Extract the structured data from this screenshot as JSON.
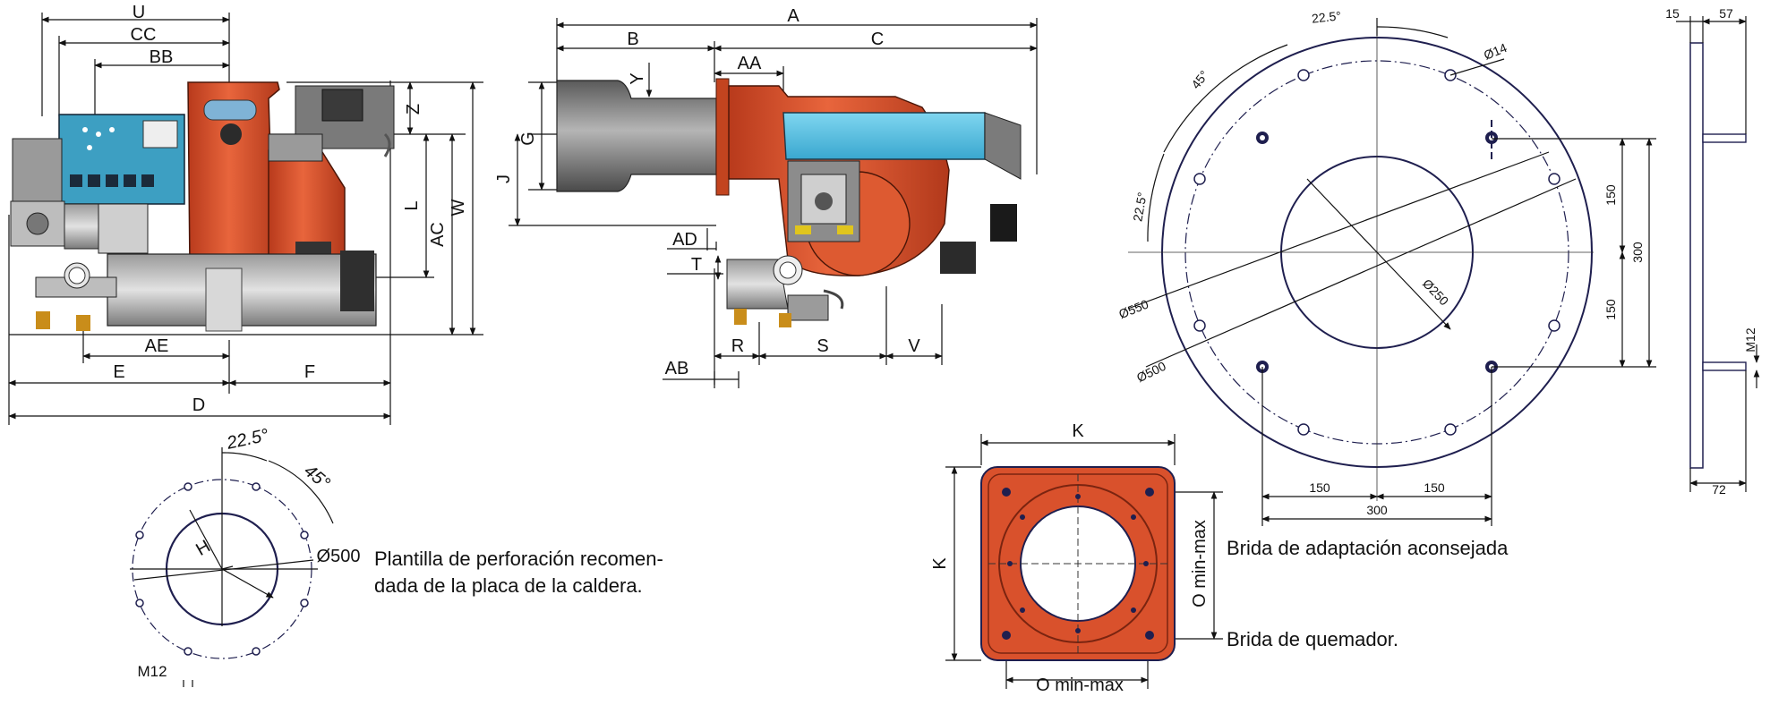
{
  "burner_side": {
    "labels": {
      "U": "U",
      "CC": "CC",
      "BB": "BB",
      "Z": "Z",
      "L": "L",
      "AC": "AC",
      "W": "W",
      "AE": "AE",
      "E": "E",
      "F": "F",
      "D": "D"
    }
  },
  "burner_front": {
    "labels": {
      "A": "A",
      "B": "B",
      "C": "C",
      "AA": "AA",
      "Y": "Y",
      "G": "G",
      "J": "J",
      "AD": "AD",
      "T": "T",
      "R": "R",
      "S": "S",
      "V": "V",
      "AB": "AB"
    }
  },
  "drill_template": {
    "angle_a": "22.5°",
    "angle_b": "45°",
    "diameter": "Ø500",
    "radius_label": "H",
    "thread": "M12",
    "caption_line1": "Plantilla de perforación recomen-",
    "caption_line2": "dada de la placa de la caldera."
  },
  "burner_flange": {
    "k_top": "K",
    "k_side": "K",
    "o_bottom": "O min-max",
    "o_side": "O min-max",
    "caption_top": "Brida de adaptación aconsejada",
    "caption_bottom": "Brida de quemador."
  },
  "adapter_flange": {
    "angle_top": "22.5°",
    "angle_45": "45°",
    "angle_left": "22.5°",
    "hole": "Ø14",
    "d550": "Ø550",
    "d500": "Ø500",
    "d250": "Ø250",
    "v150_top": "150",
    "v150_bot": "150",
    "v300": "300",
    "h150_left": "150",
    "h150_right": "150",
    "h300": "300"
  },
  "flange_side": {
    "d15": "15",
    "d57": "57",
    "m12": "M12",
    "d72": "72"
  },
  "colors": {
    "burner_red": "#d9512c",
    "panel_blue": "#3d9fc2",
    "air_box": "#5bc2e3",
    "steel_dark": "#6b6b6b",
    "navy": "#1f1f4f"
  }
}
